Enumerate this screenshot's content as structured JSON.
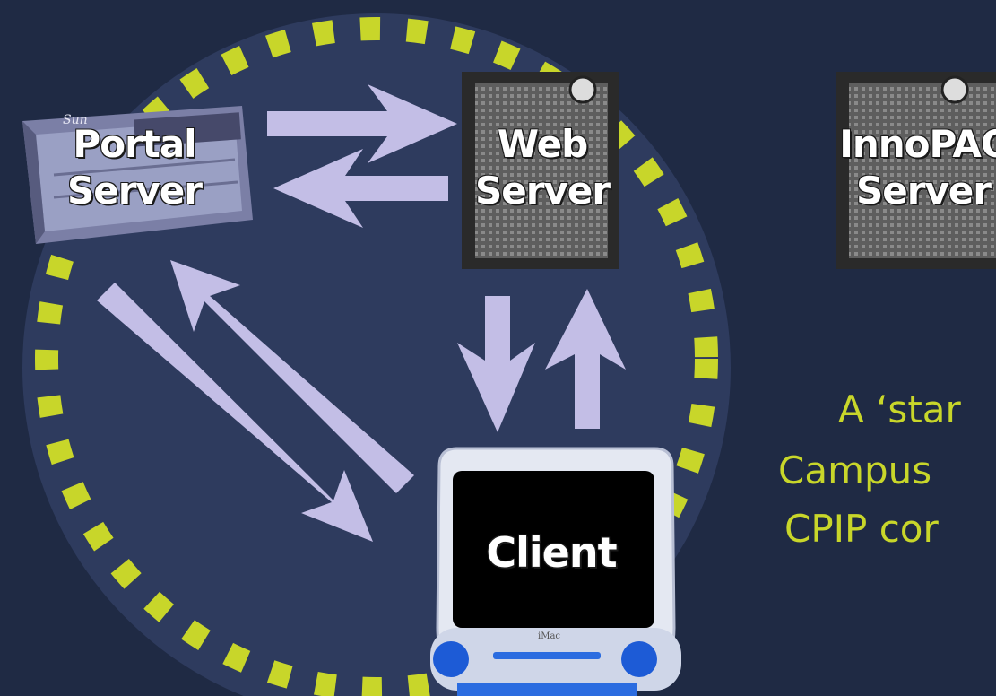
{
  "nodes": {
    "portal": {
      "line1": "Portal",
      "line2": "Server"
    },
    "web": {
      "line1": "Web",
      "line2": "Server"
    },
    "innopac": {
      "line1": "InnoPAC",
      "line2": "Server"
    },
    "client": {
      "label": "Client"
    }
  },
  "hardware_labels": {
    "sun_logo": "Sun",
    "imac_badge": "iMac"
  },
  "caption": {
    "line1": "A ‘star",
    "line2": "Campus",
    "line3": "CPIP cor"
  },
  "colors": {
    "background": "#1f2a44",
    "circle_panel": "#2e3b5e",
    "dashed_ring": "#c8d62a",
    "arrows": "#c3bee6",
    "label_text": "#ffffff",
    "caption_text": "#c8d62a"
  }
}
